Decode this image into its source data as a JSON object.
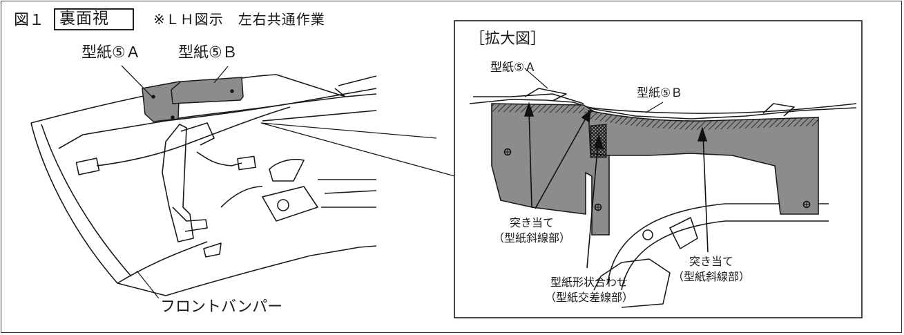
{
  "header": {
    "figure_no": "図１",
    "view_label": "裏面視",
    "note": "※ＬＨ図示　左右共通作業"
  },
  "left": {
    "template_a": "型紙⑤Ａ",
    "template_b": "型紙⑤Ｂ",
    "bumper": "フロントバンパー"
  },
  "zoom": {
    "title": "［拡大図］",
    "template_a": "型紙⑤Ａ",
    "template_b": "型紙⑤Ｂ",
    "abut_left_1": "突き当て",
    "abut_left_2": "（型紙斜線部）",
    "match_1": "型紙形状合わせ",
    "match_2": "（型紙交差線部）",
    "abut_right_1": "突き当て",
    "abut_right_2": "（型紙斜線部）"
  },
  "colors": {
    "template_fill": "#8c8c8c",
    "line": "#1a1a1a"
  }
}
